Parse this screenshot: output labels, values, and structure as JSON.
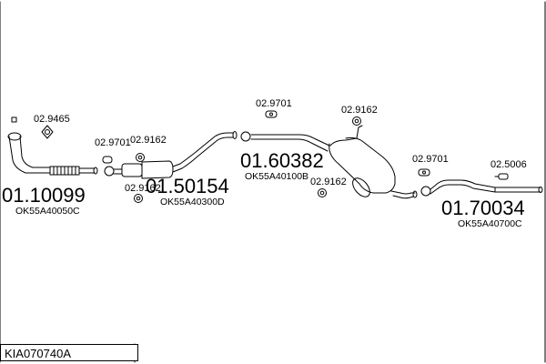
{
  "parts": [
    {
      "number": "01.10099",
      "oe": "OK55A40050C"
    },
    {
      "number": "01.50154",
      "oe": "OK55A40300D"
    },
    {
      "number": "01.60382",
      "oe": "OK55A40100B"
    },
    {
      "number": "01.70034",
      "oe": "OK55A40700C"
    }
  ],
  "accessories": [
    {
      "code": "02.9465"
    },
    {
      "code": "02.9701"
    },
    {
      "code": "02.9162"
    },
    {
      "code": "02.9162"
    },
    {
      "code": "02.9701"
    },
    {
      "code": "02.9162"
    },
    {
      "code": "02.9162"
    },
    {
      "code": "02.9701"
    },
    {
      "code": "02.5006"
    }
  ],
  "kit_code": "KIA070740A"
}
